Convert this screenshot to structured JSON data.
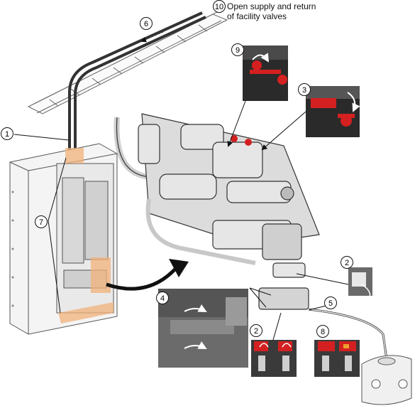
{
  "instruction": {
    "line1": "Open supply and return",
    "line2": "of facility valves"
  },
  "steps": [
    "1",
    "2",
    "2",
    "3",
    "4",
    "5",
    "6",
    "7",
    "8",
    "9",
    "10"
  ],
  "colors": {
    "valve_red": "#d42020",
    "line": "#111111",
    "photo_dark": "#2a2a2a",
    "photo_mid": "#6b6b6b",
    "highlight_orange": "#f2b27a"
  }
}
